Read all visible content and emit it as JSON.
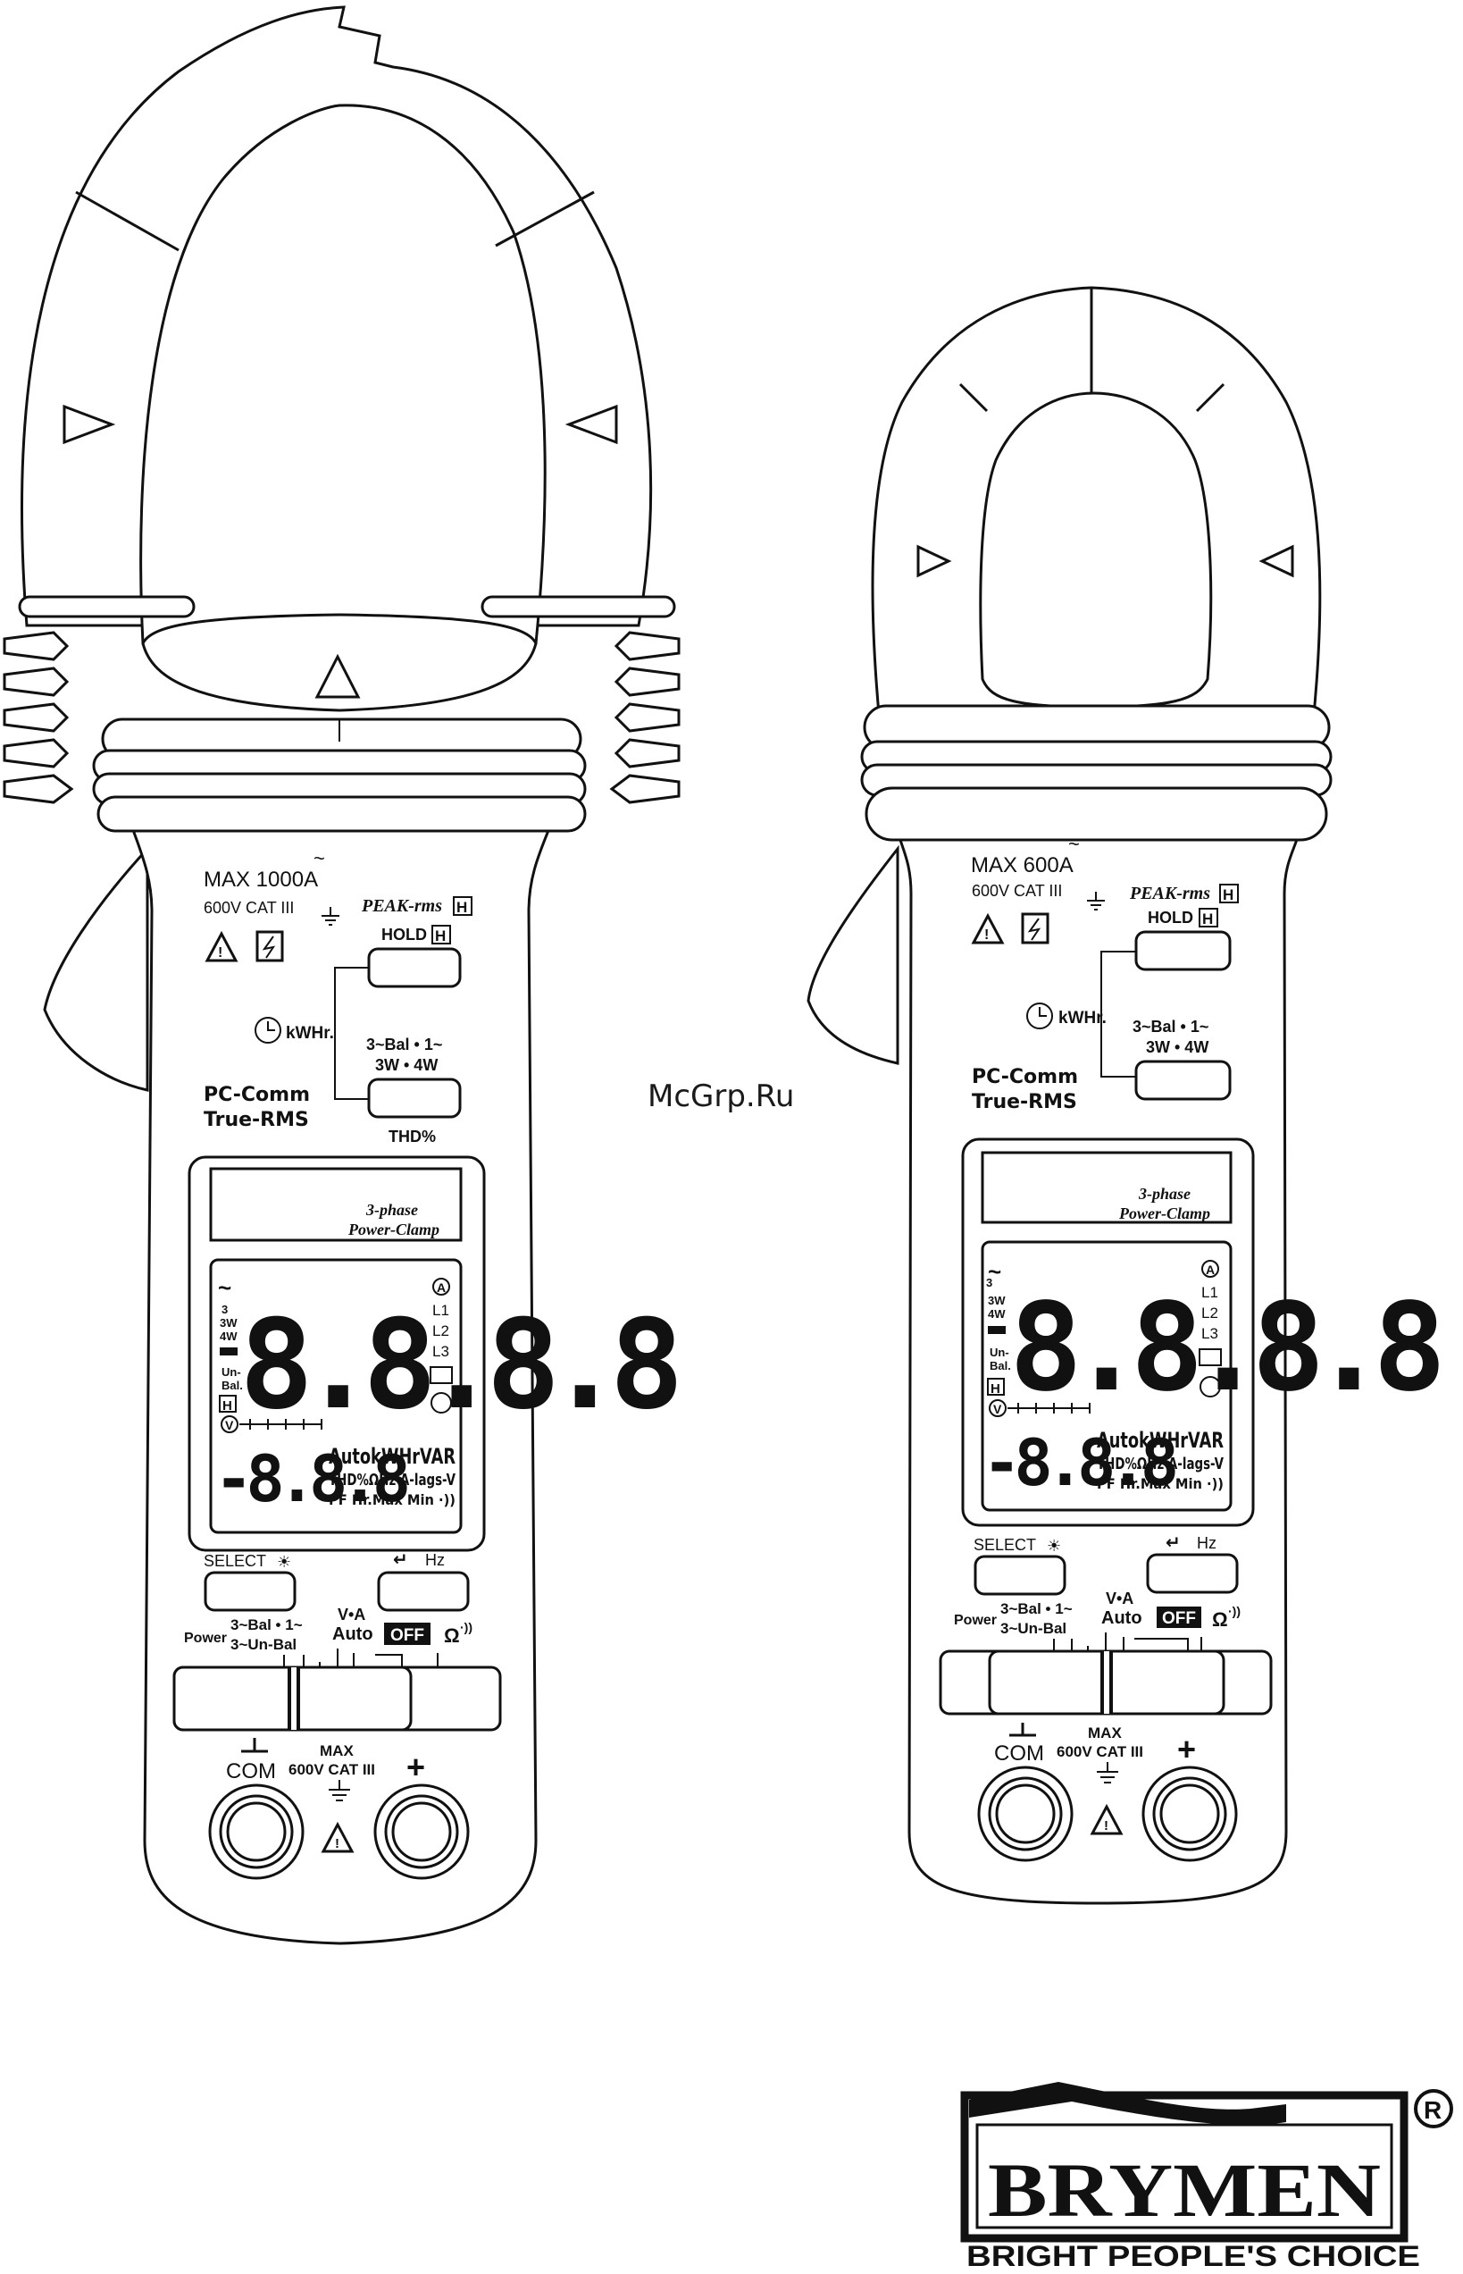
{
  "watermark": "McGrp.Ru",
  "meters": [
    {
      "id": "large",
      "max_rating": "MAX 1000A",
      "tilde": "~",
      "cat": "600V CAT III",
      "peak": "PEAK-rms",
      "peak_h": "H",
      "hold": "HOLD",
      "hold_h": "H",
      "kwh": "kWHr.",
      "bal_top": "3~Bal • 1~",
      "bal_bottom": "3W • 4W",
      "thd": "THD%",
      "pc_comm": "PC-Comm",
      "true_rms": "True-RMS",
      "window_line1": "3-phase",
      "window_line2": "Power-Clamp",
      "lcd": {
        "main_digits": "8.8.8.8",
        "sub_digits": "-8.8.8",
        "left_3": "3",
        "left_3w": "3W",
        "left_4w": "4W",
        "left_un": "Un-",
        "left_bal": "Bal.",
        "left_h": "H",
        "left_v": "V",
        "right_a": "A",
        "right_l1": "L1",
        "right_l2": "L2",
        "right_l3": "L3",
        "row1": "AutokWHrVAR",
        "row2": "THD%ΩHz A-lags-V",
        "row3": "PF Hr.Max Min ·))"
      },
      "select": "SELECT",
      "hz": "Hz",
      "power": "Power",
      "sw_bal": "3~Bal • 1~",
      "sw_unbal": "3~Un-Bal",
      "va": "V•A",
      "auto": "Auto",
      "off": "OFF",
      "ohm": "Ω",
      "com": "COM",
      "max_label": "MAX",
      "max_cat": "600V CAT III",
      "plus": "+"
    },
    {
      "id": "small",
      "max_rating": "MAX 600A",
      "tilde": "~",
      "cat": "600V CAT III",
      "peak": "PEAK-rms",
      "peak_h": "H",
      "hold": "HOLD",
      "hold_h": "H",
      "kwh": "kWHr.",
      "bal_top": "3~Bal • 1~",
      "bal_bottom": "3W • 4W",
      "pc_comm": "PC-Comm",
      "true_rms": "True-RMS",
      "window_line1": "3-phase",
      "window_line2": "Power-Clamp",
      "lcd": {
        "main_digits": "8.8.8.8",
        "sub_digits": "-8.8.8",
        "left_3": "3",
        "left_3w": "3W",
        "left_4w": "4W",
        "left_un": "Un-",
        "left_bal": "Bal.",
        "left_h": "H",
        "left_v": "V",
        "right_a": "A",
        "right_l1": "L1",
        "right_l2": "L2",
        "right_l3": "L3",
        "row1": "AutokWHrVAR",
        "row2": "THD%ΩHz A-lags-V",
        "row3": "PF Hr.Max Min ·))"
      },
      "select": "SELECT",
      "hz": "Hz",
      "power": "Power",
      "sw_bal": "3~Bal • 1~",
      "sw_unbal": "3~Un-Bal",
      "va": "V•A",
      "auto": "Auto",
      "off": "OFF",
      "ohm": "Ω",
      "com": "COM",
      "max_label": "MAX",
      "max_cat": "600V CAT III",
      "plus": "+"
    }
  ],
  "logo": {
    "brand": "BRYMEN",
    "registered": "R",
    "slogan": "BRIGHT PEOPLE'S CHOICE"
  }
}
